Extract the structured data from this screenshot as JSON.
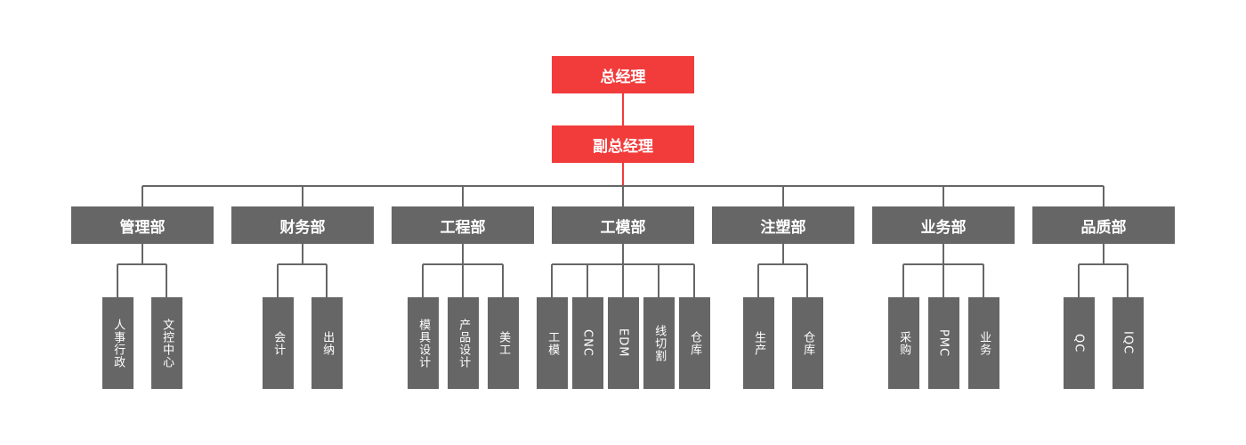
{
  "colors": {
    "top": "#f23b3b",
    "dept": "#666666",
    "team": "#666666",
    "line_top": "#f23b3b",
    "line": "#666666"
  },
  "top": [
    {
      "label": "总经理"
    },
    {
      "label": "副总经理"
    }
  ],
  "departments": [
    {
      "label": "管理部",
      "teams": [
        {
          "label": "人事行政"
        },
        {
          "label": "文控中心"
        }
      ]
    },
    {
      "label": "财务部",
      "teams": [
        {
          "label": "会计"
        },
        {
          "label": "出纳"
        }
      ]
    },
    {
      "label": "工程部",
      "teams": [
        {
          "label": "模具设计"
        },
        {
          "label": "产品设计"
        },
        {
          "label": "美工"
        }
      ]
    },
    {
      "label": "工模部",
      "teams": [
        {
          "label": "工模"
        },
        {
          "label": "CNC"
        },
        {
          "label": "EDM"
        },
        {
          "label": "线切割"
        },
        {
          "label": "仓库"
        }
      ]
    },
    {
      "label": "注塑部",
      "teams": [
        {
          "label": "生产"
        },
        {
          "label": "仓库"
        }
      ]
    },
    {
      "label": "业务部",
      "teams": [
        {
          "label": "采购"
        },
        {
          "label": "PMC"
        },
        {
          "label": "业务"
        }
      ]
    },
    {
      "label": "品质部",
      "teams": [
        {
          "label": "QC"
        },
        {
          "label": "IQC"
        }
      ]
    }
  ]
}
